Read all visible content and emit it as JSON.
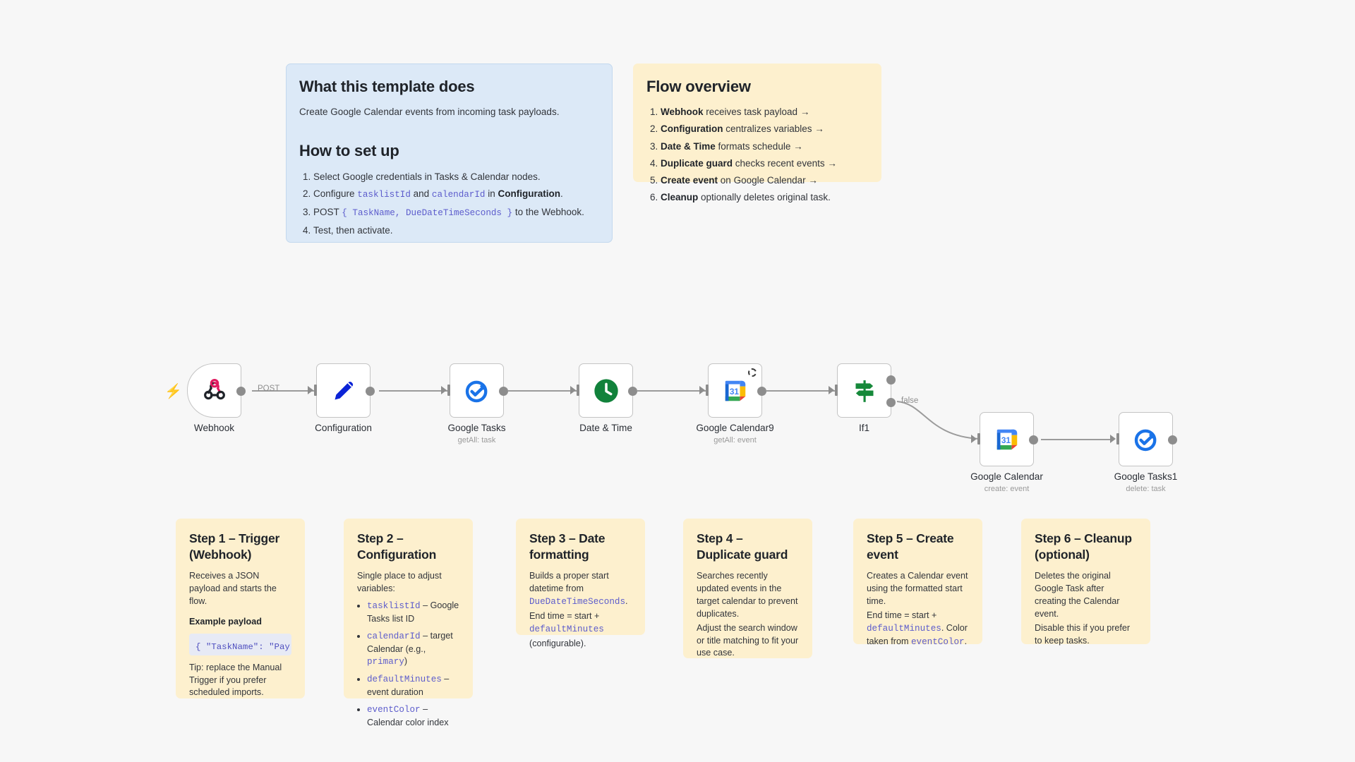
{
  "notes": {
    "template_info": {
      "title": "What this template does",
      "description": "Create Google Calendar events from incoming task payloads.",
      "setup_title": "How to set up",
      "steps": [
        "Select Google credentials in Tasks & Calendar nodes.",
        "Configure tasklistId and calendarId in Configuration.",
        "POST { TaskName, DueDateTimeSeconds } to the Webhook.",
        "Test, then activate."
      ]
    },
    "flow_overview": {
      "title": "Flow overview",
      "items": [
        {
          "bold": "Webhook",
          "rest": " receives task payload →"
        },
        {
          "bold": "Configuration",
          "rest": " centralizes variables →"
        },
        {
          "bold": "Date & Time",
          "rest": " formats schedule →"
        },
        {
          "bold": "Duplicate guard",
          "rest": " checks recent events →"
        },
        {
          "bold": "Create event",
          "rest": " on Google Calendar →"
        },
        {
          "bold": "Cleanup",
          "rest": " optionally deletes original task."
        }
      ]
    },
    "steps": [
      {
        "title": "Step 1 – Trigger (Webhook)",
        "body": "Receives a JSON payload and starts the flow.",
        "label": "Example payload",
        "code": "{ \"TaskName\": \"Pay internet bill\",",
        "tip": "Tip: replace the Manual Trigger if you prefer scheduled imports."
      },
      {
        "title": "Step 2 – Configuration",
        "body": "Single place to adjust variables:",
        "bullets": [
          {
            "code": "tasklistId",
            "rest": " – Google Tasks list ID"
          },
          {
            "code": "calendarId",
            "rest": " – target Calendar (e.g., ",
            "code2": "primary",
            "rest2": ")"
          },
          {
            "code": "defaultMinutes",
            "rest": " – event duration"
          },
          {
            "code": "eventColor",
            "rest": " – Calendar color index"
          }
        ]
      },
      {
        "title": "Step 3 – Date formatting",
        "line1a": "Builds a proper start datetime from ",
        "line1code": "DueDateTimeSeconds",
        "line1b": ".",
        "line2a": "End time = start + ",
        "line2code": "defaultMinutes",
        "line3": "(configurable)."
      },
      {
        "title": "Step 4 – Duplicate guard",
        "body1": "Searches recently updated events in the target calendar to prevent duplicates.",
        "body2": "Adjust the search window or title matching to fit your use case."
      },
      {
        "title": "Step 5 – Create event",
        "body1": "Creates a Calendar event using the formatted start time.",
        "line2a": "End time = start + ",
        "line2code": "defaultMinutes",
        "line2b": ". Color taken from ",
        "line2code2": "eventColor",
        "line2c": "."
      },
      {
        "title": "Step 6 – Cleanup (optional)",
        "body1": "Deletes the original Google Task after creating the Calendar event.",
        "body2": "Disable this if you prefer to keep tasks."
      }
    ]
  },
  "workflow": {
    "nodes": [
      {
        "id": "webhook",
        "label": "Webhook",
        "sub": "",
        "icon": "webhook-icon"
      },
      {
        "id": "config",
        "label": "Configuration",
        "sub": "",
        "icon": "edit-pencil-icon"
      },
      {
        "id": "gtasks",
        "label": "Google Tasks",
        "sub": "getAll: task",
        "icon": "google-tasks-icon"
      },
      {
        "id": "datetime",
        "label": "Date & Time",
        "sub": "",
        "icon": "clock-icon"
      },
      {
        "id": "gcal9",
        "label": "Google Calendar9",
        "sub": "getAll: event",
        "icon": "google-calendar-icon"
      },
      {
        "id": "if1",
        "label": "If1",
        "sub": "",
        "icon": "signpost-icon"
      },
      {
        "id": "gcal",
        "label": "Google Calendar",
        "sub": "create: event",
        "icon": "google-calendar-icon"
      },
      {
        "id": "gtasks1",
        "label": "Google Tasks1",
        "sub": "delete: task",
        "icon": "google-tasks-icon"
      }
    ],
    "edge_labels": {
      "webhook_out": "POST",
      "if_false": "false"
    }
  },
  "colors": {
    "sticky_blue": "#dce9f7",
    "sticky_yellow": "#fdf0ce",
    "code_purple": "#5c5ccc",
    "canvas_bg": "#f7f7f7",
    "connector": "#9b9b9b",
    "trigger_bolt": "#ff6d5a"
  }
}
